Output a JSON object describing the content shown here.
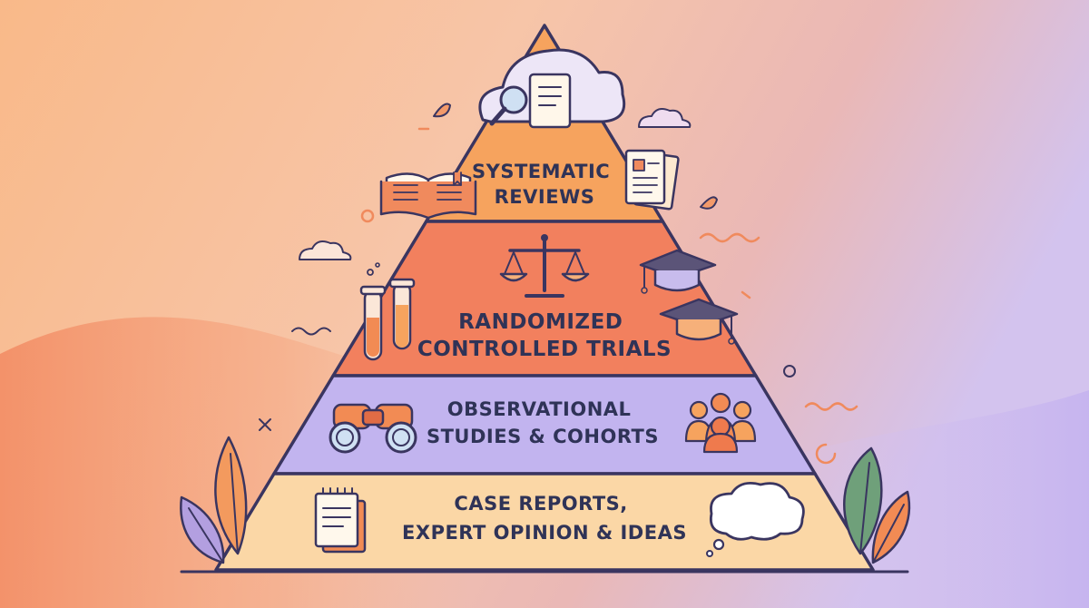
{
  "pyramid": {
    "tiers": [
      {
        "lines": [
          "SYSTEMATIC",
          "REVIEWS"
        ],
        "color": "#f6a35e"
      },
      {
        "lines": [
          "RANDOMIZED",
          "CONTROLLED TRIALS"
        ],
        "color": "#f2805e"
      },
      {
        "lines": [
          "OBSERVATIONAL",
          "STUDIES & COHORTS"
        ],
        "color": "#c2b4ef"
      },
      {
        "lines": [
          "CASE REPORTS,",
          "EXPERT OPINION & IDEAS"
        ],
        "color": "#fbd7a6"
      }
    ]
  },
  "palette": {
    "background_left": "#f9b27f",
    "background_right": "#d2c1ec",
    "outline": "#3a3560",
    "text": "#2f3357",
    "leaf_green": "#6fa07a",
    "leaf_orange": "#f28b54",
    "leaf_purple": "#b39fe0"
  },
  "icons": [
    "cloud-scroll-magnifier-icon",
    "open-book-icon",
    "documents-icon",
    "balance-scale-icon",
    "graduation-cap-icon",
    "test-tubes-icon",
    "binoculars-icon",
    "people-group-icon",
    "notepad-icon",
    "thought-bubble-icon"
  ]
}
